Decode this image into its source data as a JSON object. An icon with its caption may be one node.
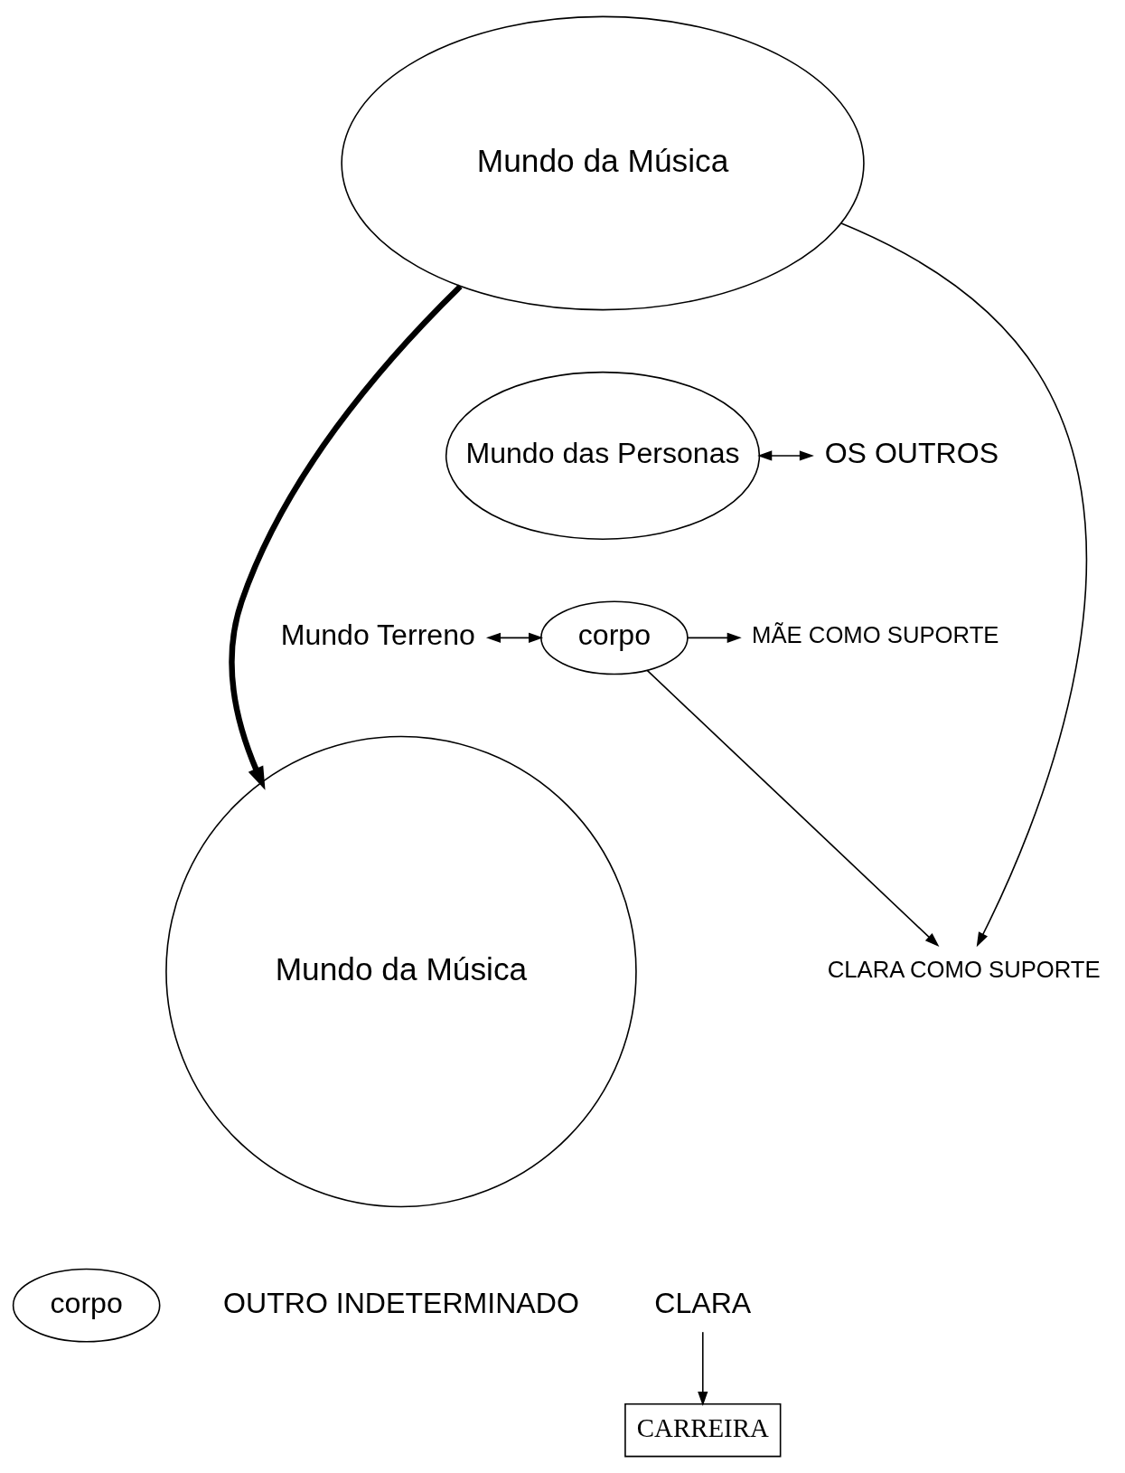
{
  "diagram": {
    "nodes": [
      {
        "text": [
          "Mundo da Música"
        ]
      },
      {
        "text": [
          "Mundo das Personas"
        ]
      },
      {
        "text": [
          "corpo"
        ]
      },
      {
        "text": [
          "OS OUTROS"
        ]
      },
      {
        "text": [
          "Mundo Terreno"
        ]
      },
      {
        "text": [
          "CLARA COMO SUPORTE"
        ]
      },
      {
        "text": [
          "MÃE COMO SUPORTE"
        ]
      },
      {
        "text": [
          "Mundo da Música"
        ]
      },
      {
        "text": [
          "corpo"
        ]
      },
      {
        "text": [
          "OUTRO INDETERMINADO"
        ]
      },
      {
        "text": [
          "CLARA"
        ]
      },
      {
        "text": [
          "CARREIRA"
        ]
      }
    ],
    "edges": [
      {
        "from": 0,
        "to": 5,
        "arrow": "to"
      },
      {
        "from": 3,
        "to": 1,
        "arrow": "both"
      },
      {
        "from": 4,
        "to": 2,
        "arrow": "both"
      },
      {
        "from": 2,
        "to": 5,
        "arrow": "to"
      },
      {
        "from": 2,
        "to": 6,
        "arrow": "to"
      },
      {
        "from": 0,
        "to": 7,
        "arrow": "to",
        "style": "thick"
      },
      {
        "from": 10,
        "to": 11,
        "arrow": "to"
      }
    ]
  }
}
